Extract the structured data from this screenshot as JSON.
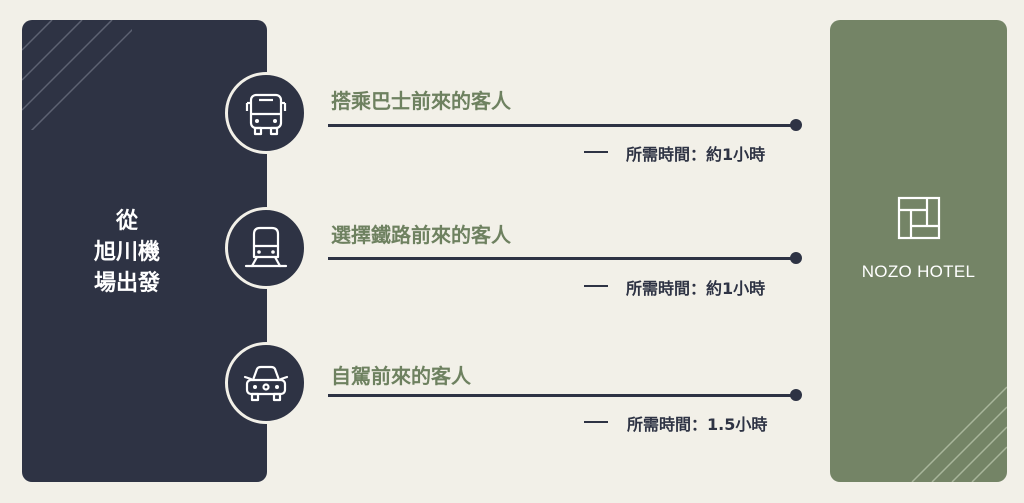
{
  "origin": {
    "lines": [
      "從",
      "旭川機",
      "場出發"
    ]
  },
  "destination": {
    "name": "NOZO HOTEL",
    "logo_icon": "hotel-logo-icon"
  },
  "routes": [
    {
      "label": "搭乘巴士前來的客人",
      "time": "所需時間：約1小時",
      "icon": "bus-icon"
    },
    {
      "label": "選擇鐵路前來的客人",
      "time": "所需時間：約1小時",
      "icon": "train-icon"
    },
    {
      "label": "自駕前來的客人",
      "time": "所需時間：1.5小時",
      "icon": "car-icon"
    }
  ],
  "colors": {
    "background": "#f2f0e8",
    "navy": "#2e3344",
    "olive": "#748466",
    "label_green": "#6e8160"
  }
}
